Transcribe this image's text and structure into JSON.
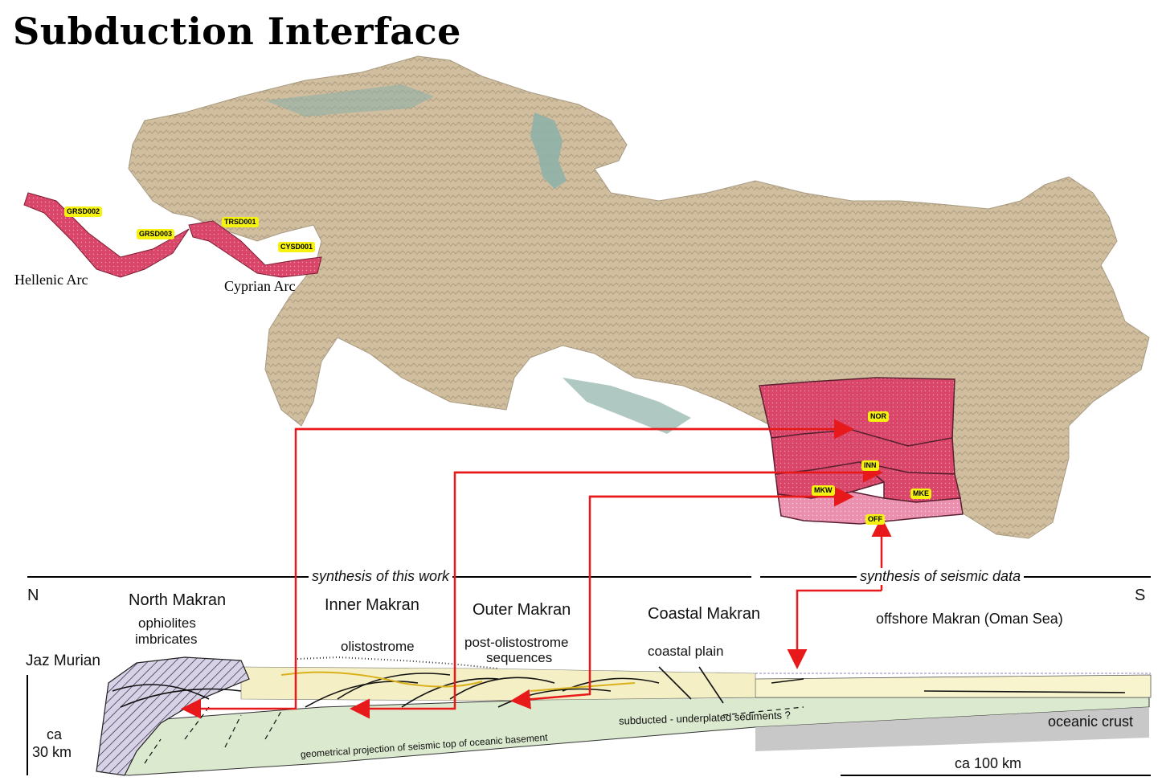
{
  "title": "Subduction Interface",
  "arcs": {
    "hellenic": "Hellenic Arc",
    "cyprian": "Cyprian Arc"
  },
  "zones": {
    "grsd002": "GRSD002",
    "grsd003": "GRSD003",
    "trsd001": "TRSD001",
    "cysd001": "CYSD001",
    "nor": "NOR",
    "inn": "INN",
    "mkw": "MKW",
    "mke": "MKE",
    "off": "OFF"
  },
  "section": {
    "synthesis_this_work": "synthesis of this work",
    "synthesis_seismic": "synthesis of seismic data",
    "north": "N",
    "south": "S",
    "north_makran": "North Makran",
    "ophiolites": "ophiolites",
    "imbricates": "imbricates",
    "inner_makran": "Inner Makran",
    "olistostrome": "olistostrome",
    "outer_makran": "Outer Makran",
    "post_olisto_1": "post-olistostrome",
    "post_olisto_2": "sequences",
    "coastal_makran": "Coastal Makran",
    "coastal_plain": "coastal plain",
    "offshore_makran": "offshore Makran (Oman Sea)",
    "jaz_murian": "Jaz Murian",
    "depth_ca": "ca",
    "depth_km": "30 km",
    "underplated": "subducted - underplated sediments ?",
    "oceanic_crust": "oceanic crust",
    "projection": "geometrical projection of seismic top of oceanic basement",
    "scale": "ca 100 km"
  },
  "colors": {
    "arrow": "#e8191a",
    "zone_fill": "#d63a5f",
    "zone_tag": "#f4f20e",
    "map_land": "#c9b48f",
    "map_sea": "#8fb1a8"
  }
}
